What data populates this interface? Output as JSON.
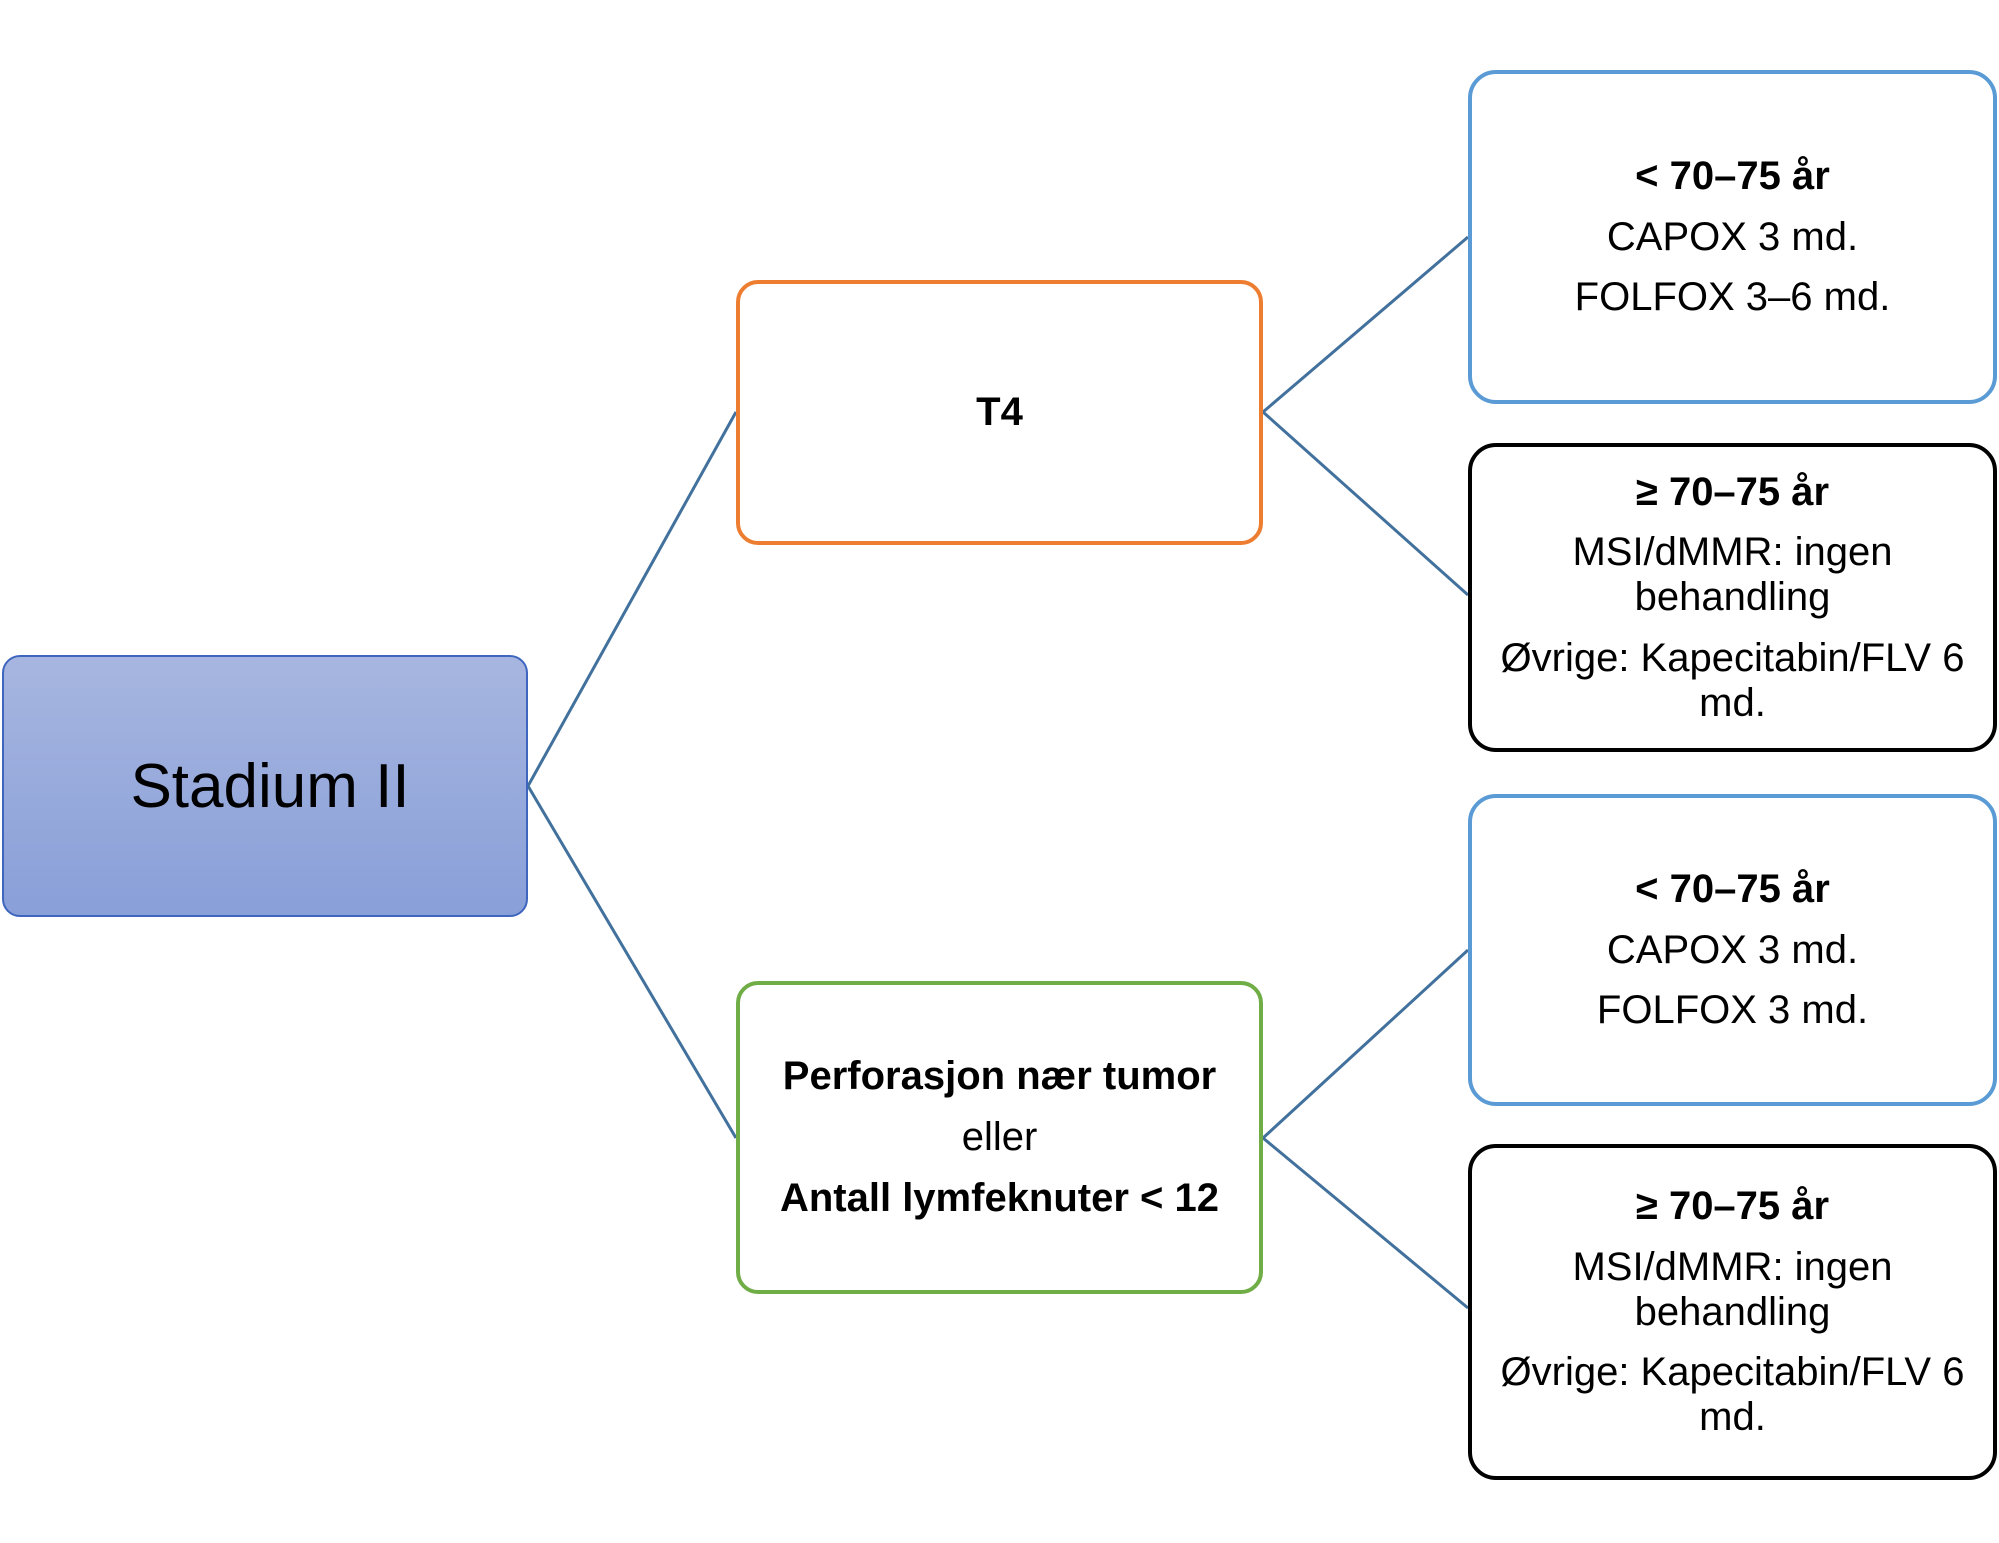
{
  "root": {
    "label": "Stadium II"
  },
  "branch_t4": {
    "label": "T4",
    "young": {
      "heading": "< 70–75 år",
      "line1": "CAPOX 3 md.",
      "line2": "FOLFOX 3–6 md."
    },
    "old": {
      "heading": "≥  70–75 år",
      "line1": "MSI/dMMR: ingen behandling",
      "line2": "Øvrige: Kapecitabin/FLV 6 md."
    }
  },
  "branch_perforation": {
    "line1": "Perforasjon nær tumor",
    "line2": "eller",
    "line3": "Antall lymfeknuter < 12",
    "young": {
      "heading": "< 70–75 år",
      "line1": "CAPOX 3 md.",
      "line2": "FOLFOX 3 md."
    },
    "old": {
      "heading": "≥  70–75 år",
      "line1": "MSI/dMMR: ingen behandling",
      "line2": "Øvrige: Kapecitabin/FLV 6 md."
    }
  },
  "colors": {
    "connector": "#41719c",
    "orange_border": "#ed7d31",
    "green_border": "#70ad47",
    "blue_border": "#5b9bd5",
    "root_fill_top": "#a7b6e0",
    "root_fill_bottom": "#899fd8"
  }
}
